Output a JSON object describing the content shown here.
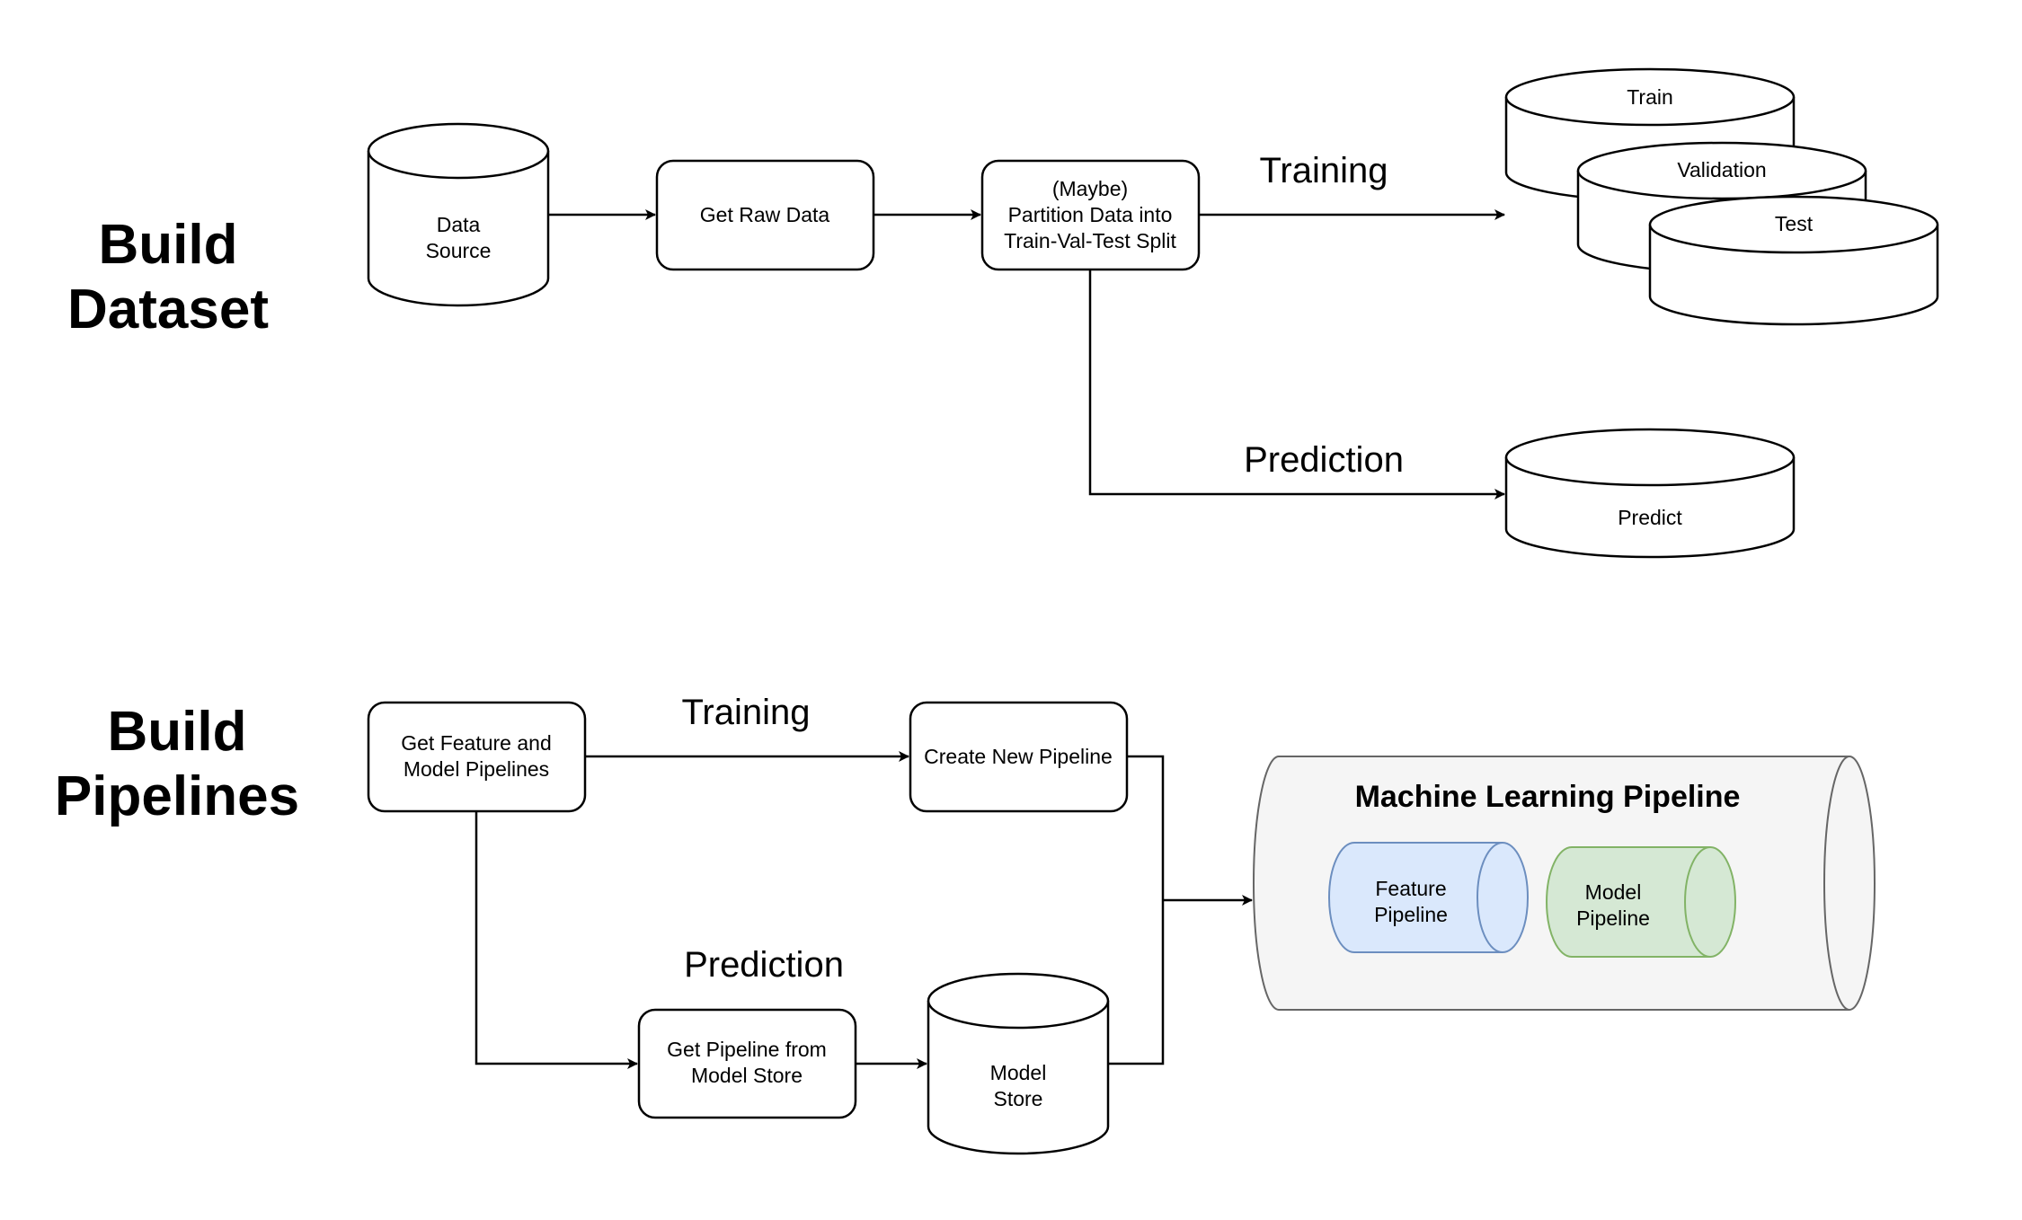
{
  "sections": {
    "dataset": {
      "line1": "Build",
      "line2": "Dataset"
    },
    "pipelines": {
      "line1": "Build",
      "line2": "Pipelines"
    }
  },
  "nodes": {
    "data_source": [
      "Data",
      "Source"
    ],
    "get_raw_data": [
      "Get Raw Data"
    ],
    "partition": [
      "(Maybe)",
      "Partition Data into",
      "Train-Val-Test Split"
    ],
    "train": "Train",
    "validation": "Validation",
    "test": "Test",
    "predict": "Predict",
    "get_feature_model": [
      "Get Feature and",
      "Model Pipelines"
    ],
    "create_new_pipeline": [
      "Create New Pipeline"
    ],
    "get_pipeline_store": [
      "Get Pipeline from",
      "Model Store"
    ],
    "model_store": [
      "Model",
      "Store"
    ],
    "ml_pipeline_title": "Machine Learning Pipeline",
    "feature_pipeline": [
      "Feature",
      "Pipeline"
    ],
    "model_pipeline": [
      "Model",
      "Pipeline"
    ]
  },
  "edge_labels": {
    "dataset_training": "Training",
    "dataset_prediction": "Prediction",
    "pipelines_training": "Training",
    "pipelines_prediction": "Prediction"
  },
  "colors": {
    "ml_pipeline_fill": "#f5f5f5",
    "ml_pipeline_stroke": "#666666",
    "feature_fill": "#dae8fc",
    "feature_stroke": "#6c8ebf",
    "model_fill": "#d5e8d4",
    "model_stroke": "#82b366"
  }
}
